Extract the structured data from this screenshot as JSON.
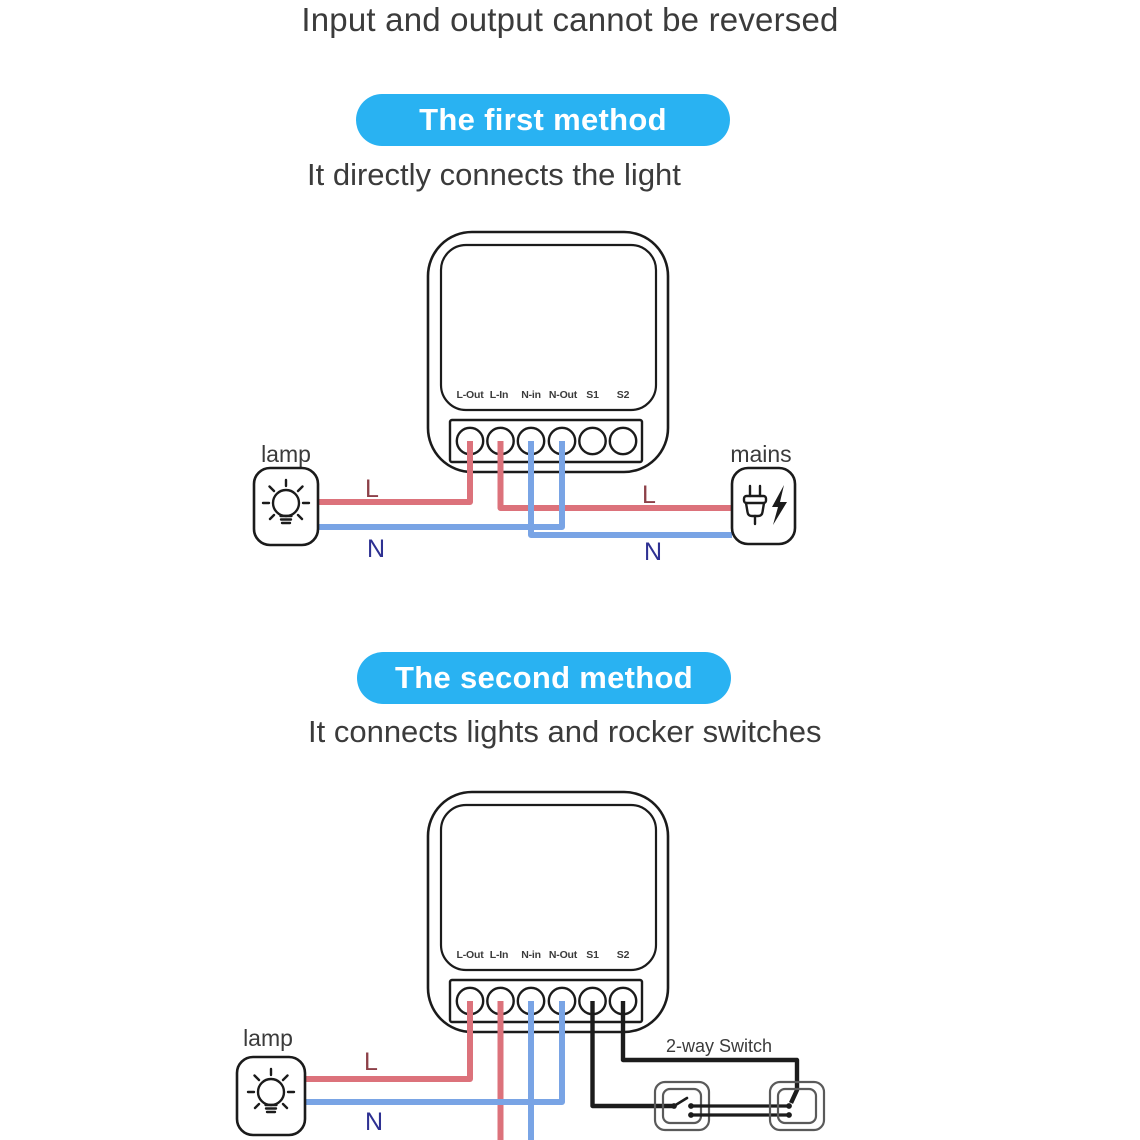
{
  "title": "Input and output cannot be reversed",
  "colors": {
    "accent": "#29b2f2",
    "ink": "#3b3b3b",
    "wire-red": "#dc727b",
    "wire-blue": "#79a4e5",
    "wire-black": "#1c1c1c",
    "label-red": "#8d4048",
    "label-blue": "#2e3192",
    "device-stroke": "#1b1b1b",
    "switch-stroke": "#5a5a5a"
  },
  "terminals": [
    "L-Out",
    "L-In",
    "N-in",
    "N-Out",
    "S1",
    "S2"
  ],
  "sections": [
    {
      "badge": "The first method",
      "subtitle": "It directly connects the light",
      "lamp_label": "lamp",
      "mains_label": "mains",
      "labels": {
        "lamp_l": "L",
        "lamp_n": "N",
        "mains_l": "L",
        "mains_n": "N"
      }
    },
    {
      "badge": "The second method",
      "subtitle": "It connects lights and rocker switches",
      "lamp_label": "lamp",
      "switch_label": "2-way Switch",
      "labels": {
        "lamp_l": "L",
        "lamp_n": "N"
      }
    }
  ]
}
